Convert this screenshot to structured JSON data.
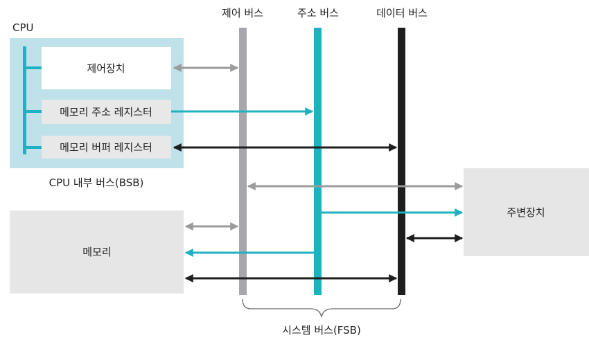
{
  "colors": {
    "control_bus": "#a7a7ab",
    "address_bus": "#1fb1c1",
    "data_bus": "#1e1e1e",
    "cpu_panel": "#bfe2ea",
    "cpu_internal_bus": "#1fb1c1",
    "register_box": "#e8e8e8",
    "control_unit_box": "#ffffff",
    "memory_box": "#e6e6e6",
    "peripheral_box": "#e6e6e6",
    "gray_arrow": "#9b9b9b",
    "brace": "#666666"
  },
  "cpu": {
    "label": "CPU",
    "control_unit": "제어장치",
    "mar": "메모리 주소 레지스터",
    "mbr": "메모리 버퍼 레지스터",
    "internal_bus_label": "CPU 내부 버스(BSB)"
  },
  "buses": {
    "control": "제어 버스",
    "address": "주소 버스",
    "data": "데이터 버스",
    "system_bus_label": "시스템 버스(FSB)"
  },
  "memory": {
    "label": "메모리"
  },
  "peripheral": {
    "label": "주변장치"
  }
}
